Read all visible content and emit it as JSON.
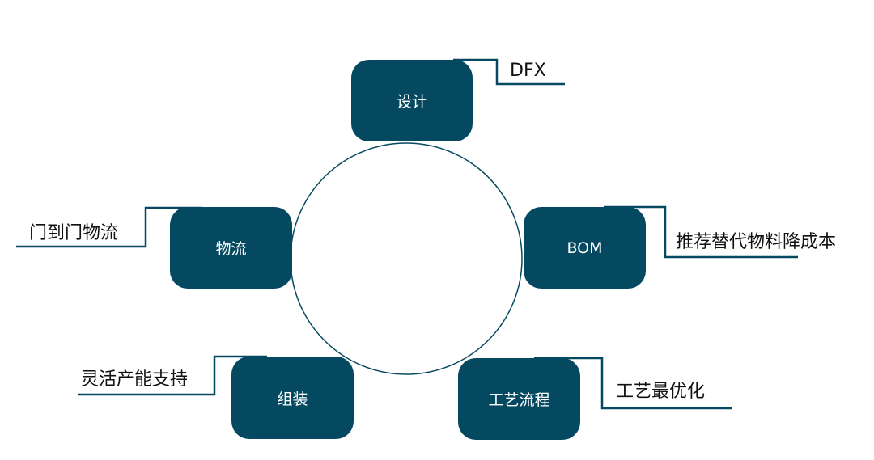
{
  "theme": {
    "node_color": "#054960",
    "node_text_color": "#ffffff",
    "line_color": "#054960",
    "text_color": "#111111"
  },
  "nodes": {
    "design": "设计",
    "bom": "BOM",
    "process": "工艺流程",
    "assembly": "组装",
    "logistics": "物流"
  },
  "callouts": {
    "design": "DFX",
    "bom": "推荐替代物料降成本",
    "process": "工艺最优化",
    "assembly": "灵活产能支持",
    "logistics": "门到门物流"
  }
}
